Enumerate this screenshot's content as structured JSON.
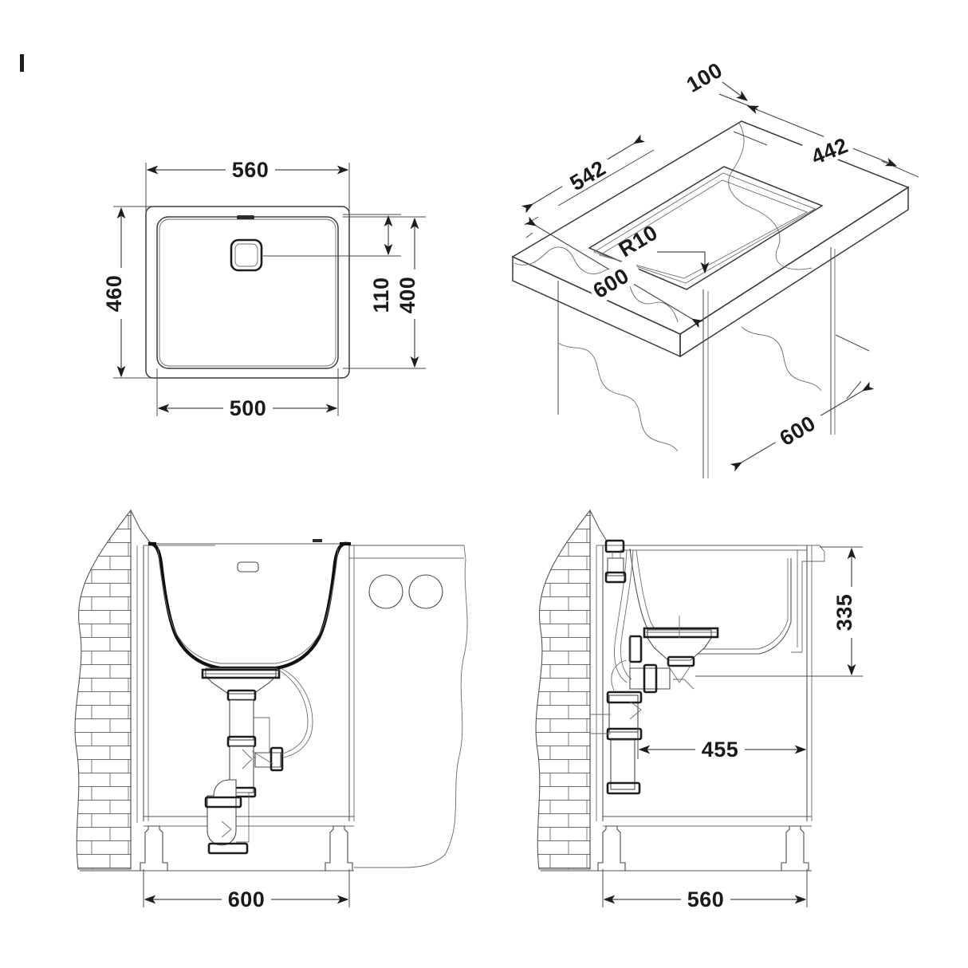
{
  "document": {
    "type": "technical-drawing",
    "subject": "Undermount kitchen sink installation drawing",
    "corner_mark": "|",
    "line_color": "#3a3a3a",
    "text_color": "#1a1a1a",
    "background": "#ffffff"
  },
  "views": {
    "plan": {
      "name": "Top plan view",
      "dimensions": {
        "overall_width": "560",
        "overall_depth": "460",
        "bowl_width": "500",
        "bowl_depth": "400",
        "waste_offset": "110"
      },
      "features": {
        "waste_shape": "rounded-square",
        "overflow_slot": "slot"
      }
    },
    "isometric": {
      "name": "Isometric worktop cut-out view",
      "dimensions": {
        "edge_margin": "100",
        "cutout_depth": "442",
        "cutout_width": "542",
        "corner_radius": "R10",
        "worktop_depth": "600",
        "cabinet_depth": "600"
      }
    },
    "front_section": {
      "name": "Front section view",
      "dimensions": {
        "cabinet_width": "600"
      },
      "features": {
        "wall": "brick-hatched",
        "pipe_holes": 2,
        "trap": "bottle-trap-with-dishwasher-connection",
        "legs": "adjustable-plinth-legs"
      }
    },
    "side_section": {
      "name": "Side section view",
      "dimensions": {
        "bowl_height_from_datum": "335",
        "horizontal_offset": "455",
        "cabinet_depth": "560"
      },
      "features": {
        "wall": "brick-hatched",
        "overflow_pipe": "flexible-overflow-hose",
        "trap": "space-saving-trap",
        "legs": "adjustable-plinth-legs"
      }
    }
  },
  "labels": {
    "plan_560": "560",
    "plan_460": "460",
    "plan_500": "500",
    "plan_400": "400",
    "plan_110": "110",
    "iso_100": "100",
    "iso_442": "442",
    "iso_542": "542",
    "iso_r10": "R10",
    "iso_600_top": "600",
    "iso_600_bottom": "600",
    "front_600": "600",
    "side_335": "335",
    "side_455": "455",
    "side_560": "560"
  }
}
